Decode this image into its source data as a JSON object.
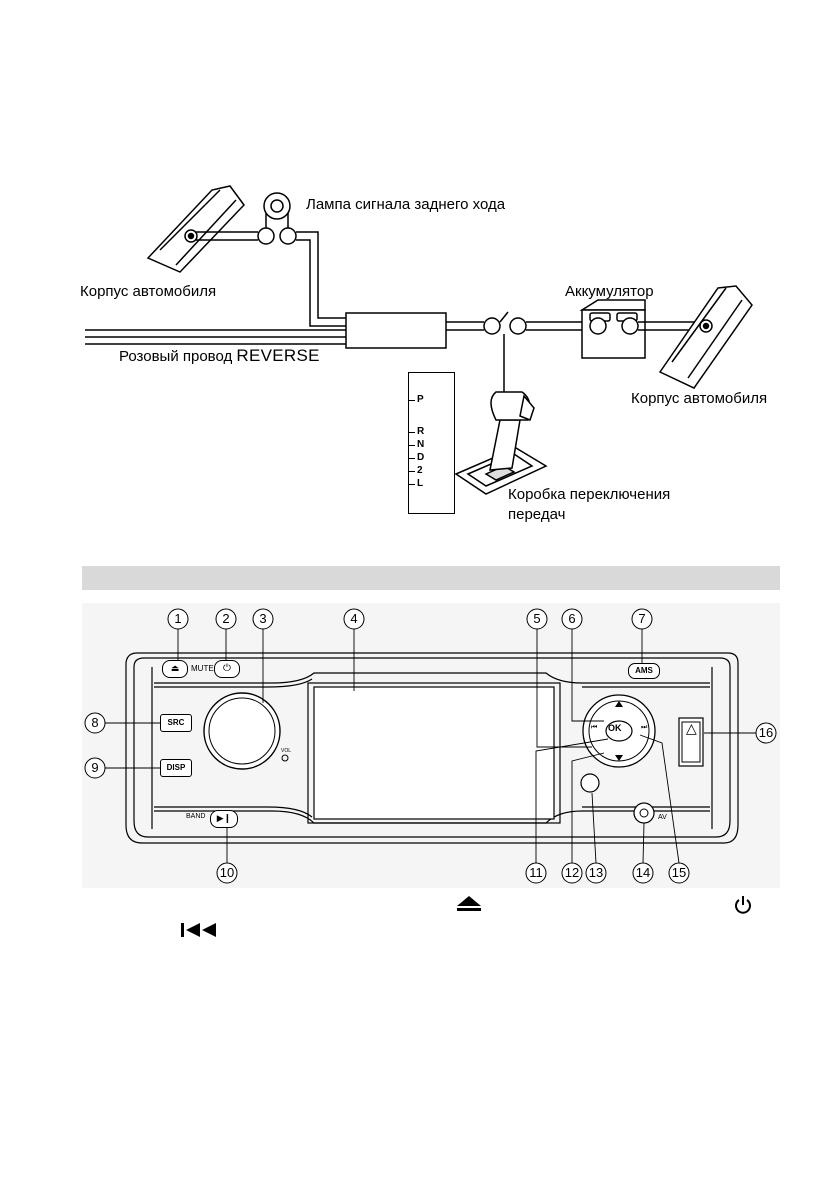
{
  "wiring": {
    "reverse_lamp_label": "Лампа сигнала заднего хода",
    "car_body_left_label": "Корпус автомобиля",
    "battery_label": "Аккумулятор",
    "reverse_wire_prefix": "Розовый провод",
    "reverse_wire_word": "REVERSE",
    "car_body_right_label": "Корпус автомобиля",
    "gearbox_label_line1": "Коробка переключения",
    "gearbox_label_line2": "передач",
    "gears": [
      "P",
      "R",
      "N",
      "D",
      "2",
      "L"
    ]
  },
  "panel": {
    "callouts": [
      "1",
      "2",
      "3",
      "4",
      "5",
      "6",
      "7",
      "8",
      "9",
      "10",
      "11",
      "12",
      "13",
      "14",
      "15",
      "16"
    ],
    "buttons": {
      "mute": "MUTE",
      "ams": "AMS",
      "src": "SRC",
      "disp": "DISP",
      "band": "BAND",
      "ok": "OK",
      "av": "AV",
      "vol": "VOL"
    }
  },
  "icons": {
    "eject": "eject-icon",
    "power": "power-icon",
    "previous": "previous-track-icon"
  }
}
